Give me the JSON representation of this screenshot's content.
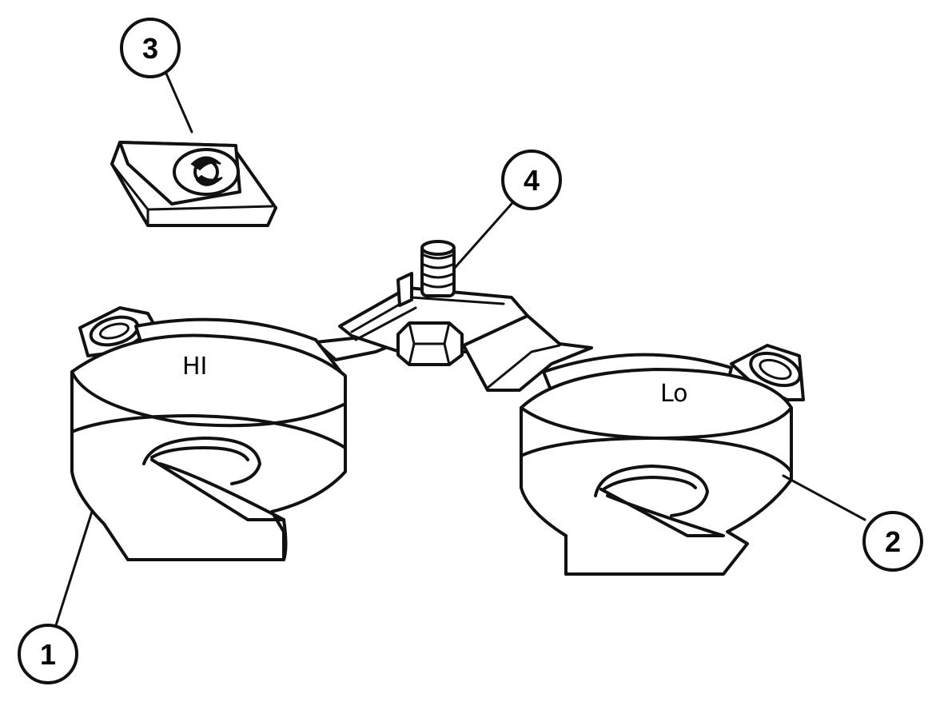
{
  "callouts": [
    {
      "id": "1",
      "label": "1"
    },
    {
      "id": "2",
      "label": "2"
    },
    {
      "id": "3",
      "label": "3"
    },
    {
      "id": "4",
      "label": "4"
    }
  ],
  "horns": {
    "high": {
      "label": "HI"
    },
    "low": {
      "label": "Lo"
    }
  },
  "colors": {
    "ink": "#111111",
    "paper": "#ffffff"
  }
}
